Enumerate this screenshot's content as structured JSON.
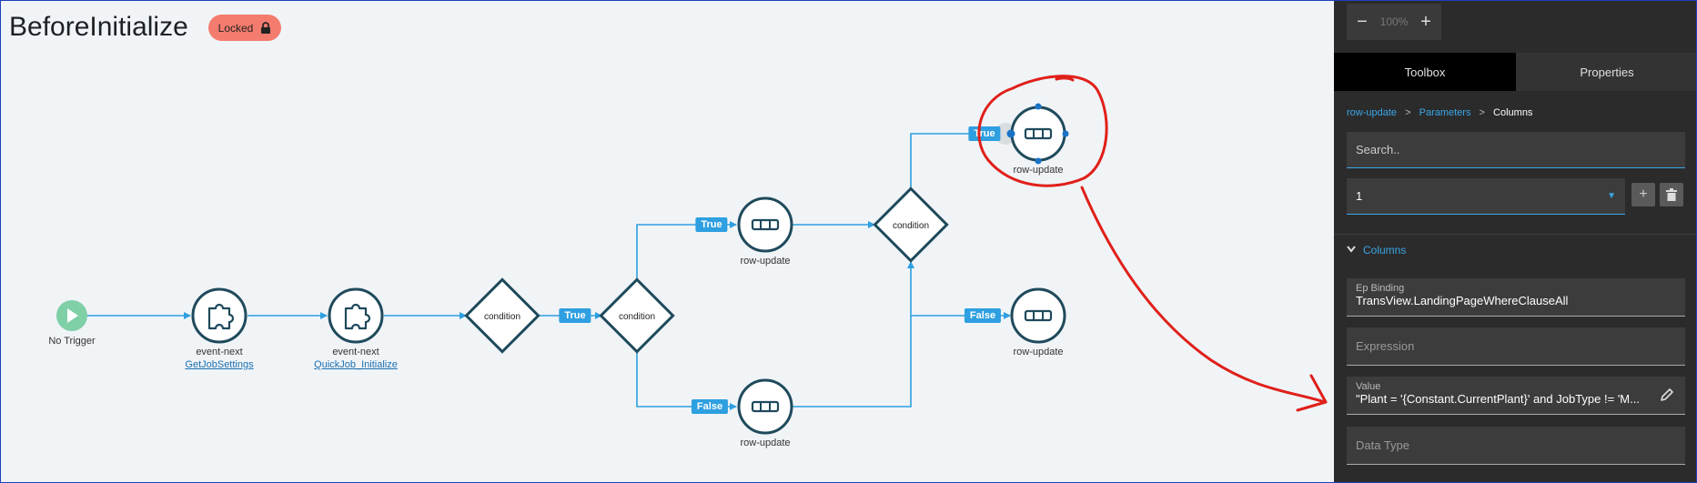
{
  "workflow": {
    "title": "BeforeInitialize",
    "locked_label": "Locked"
  },
  "nodes": {
    "trigger_label": "No Trigger",
    "event1_label": "event-next",
    "event1_link": "GetJobSettings",
    "event2_label": "event-next",
    "event2_link": "QuickJob_Initialize",
    "cond1_label": "condition",
    "cond2_label": "condition",
    "cond3_label": "condition",
    "row_top_label": "row-update",
    "row_bottom_label": "row-update",
    "row_right_true_label": "row-update",
    "row_right_false_label": "row-update"
  },
  "edges": {
    "true_label": "True",
    "false_label": "False"
  },
  "panel": {
    "zoom_level": "100%",
    "zoom_out": "−",
    "zoom_in": "+",
    "tabs": [
      "Toolbox",
      "Properties"
    ],
    "breadcrumb": [
      "row-update",
      "Parameters",
      "Columns"
    ],
    "breadcrumb_sep": ">",
    "search_placeholder": "Search..",
    "selected_column": "1",
    "add_label": "+",
    "section_title": "Columns",
    "fields": {
      "ep_binding_label": "Ep Binding",
      "ep_binding_value": "TransView.LandingPageWhereClauseAll",
      "expression_placeholder": "Expression",
      "value_label": "Value",
      "value_value": "\"Plant = '{Constant.CurrentPlant}' and JobType != 'M...",
      "data_type_placeholder": "Data Type"
    }
  },
  "colors": {
    "canvas_bg": "#f0f4f7",
    "node_stroke": "#1f4a5c",
    "edge": "#2e9fe0",
    "locked_badge": "#f47c6e",
    "panel_bg": "#2b2b2b",
    "accent": "#3aa7e8",
    "annotation": "#e0201a"
  }
}
